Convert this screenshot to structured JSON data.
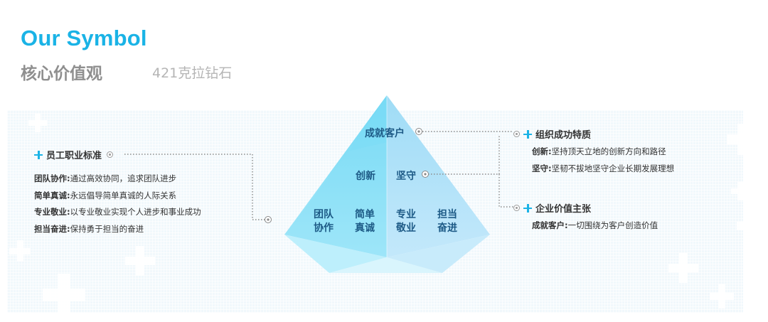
{
  "header": {
    "title_en": "Our Symbol",
    "title_cn": "核心价值观",
    "subtitle": "421克拉钻石"
  },
  "diamond": {
    "top_label": "成就客户",
    "middle_labels": [
      "创新",
      "坚守"
    ],
    "bottom_labels": [
      [
        "团队",
        "协作"
      ],
      [
        "简单",
        "真诚"
      ],
      [
        "专业",
        "敬业"
      ],
      [
        "担当",
        "奋进"
      ]
    ]
  },
  "left": {
    "heading": "员工职业标准",
    "items": [
      {
        "key": "团队协作:",
        "text": "通过高效协同，追求团队进步"
      },
      {
        "key": "简单真诚:",
        "text": "永远倡导简单真诚的人际关系"
      },
      {
        "key": "专业敬业:",
        "text": "以专业敬业实现个人进步和事业成功"
      },
      {
        "key": "担当奋进:",
        "text": "保持勇于担当的奋进"
      }
    ]
  },
  "right_top": {
    "heading": "组织成功特质",
    "items": [
      {
        "key": "创新:",
        "text": "坚持顶天立地的创新方向和路径"
      },
      {
        "key": "坚守:",
        "text": "坚韧不拔地坚守企业长期发展理想"
      }
    ]
  },
  "right_bottom": {
    "heading": "企业价值主张",
    "items": [
      {
        "key": "成就客户:",
        "text": "一切围绕为客户创造价值"
      }
    ]
  },
  "colors": {
    "accent": "#1ab3e6",
    "label": "#1d5a86",
    "connector": "#8a8a8a"
  },
  "icons": {
    "bullet": "plus-icon",
    "connector_end": "dot-icon"
  }
}
